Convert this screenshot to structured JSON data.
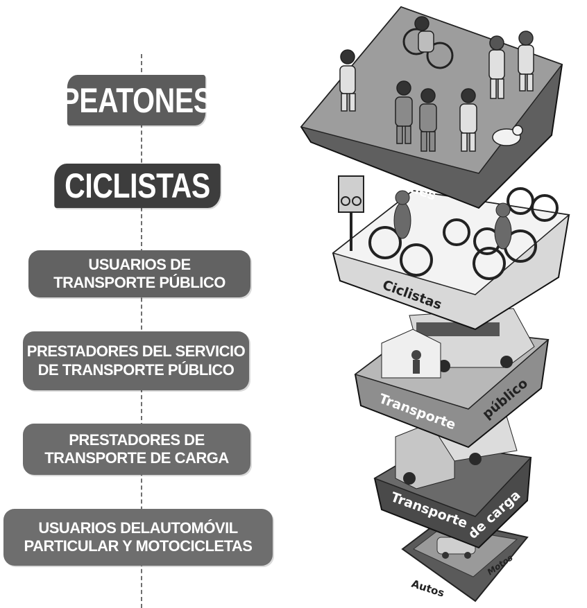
{
  "labels": {
    "peatones": "PEATONES",
    "ciclistas": "CICLISTAS",
    "usuarios_transporte_publico": "USUARIOS DE\nTRANSPORTE PÚBLICO",
    "prestadores_servicio": "PRESTADORES DEL SERVICIO\nDE TRANSPORTE PÚBLICO",
    "prestadores_carga": "PRESTADORES DE\nTRANSPORTE DE CARGA",
    "usuarios_automovil": "USUARIOS DELAUTOMÓVIL\nPARTICULAR  Y MOTOCICLETAS"
  },
  "pyramid": {
    "peatones": "Peatones",
    "ciclistas": "Ciclistas",
    "transporte_publico_1": "Transporte",
    "transporte_publico_2": "público",
    "transporte_carga_1": "Transporte",
    "transporte_carga_2": "de carga",
    "autos": "Autos",
    "motos": "Motos"
  },
  "colors": {
    "level1": "#7a7a7a",
    "level2": "#e8e8e8",
    "level3": "#9a9a9a",
    "level4": "#4a4a4a",
    "level5": "#5a5a5a"
  }
}
